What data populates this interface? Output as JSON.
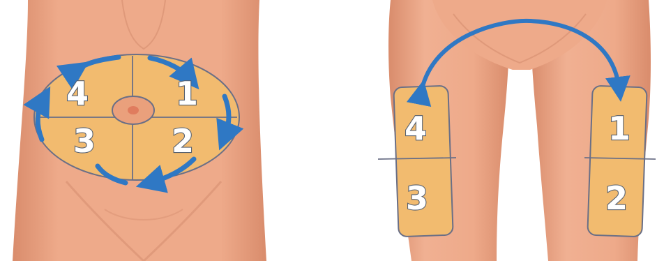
{
  "diagram": {
    "panels": [
      {
        "id": "abdomen",
        "zones": [
          "4",
          "1",
          "3",
          "2"
        ]
      },
      {
        "id": "thighs",
        "left_thigh_zones": [
          "4",
          "3"
        ],
        "right_thigh_zones": [
          "1",
          "2"
        ]
      }
    ],
    "colors": {
      "background": "#ffffff",
      "skin": "#eeaa8a",
      "skin_shadow": "#d98c6c",
      "injection_area": "#f2bb6f",
      "outline": "#6a6f86",
      "arrow": "#2f78c4",
      "navel": "#e07c5e"
    },
    "icons": [
      "rotation-arrow",
      "navel"
    ]
  }
}
